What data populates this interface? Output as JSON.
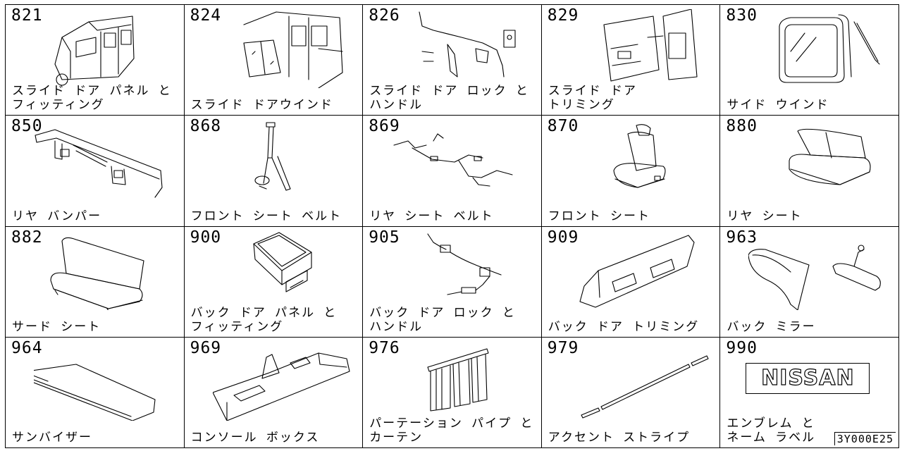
{
  "cells": [
    {
      "code": "821",
      "label": "スライド ドア パネル と\nフィッティング",
      "icon": "sliding-door-panel-icon"
    },
    {
      "code": "824",
      "label": "スライド ドアウインド",
      "icon": "sliding-door-window-icon"
    },
    {
      "code": "826",
      "label": "スライド ドア ロック と\nハンドル",
      "icon": "sliding-door-lock-icon"
    },
    {
      "code": "829",
      "label": "スライド ドア\nトリミング",
      "icon": "sliding-door-trim-icon"
    },
    {
      "code": "830",
      "label": "サイド ウインド",
      "icon": "side-window-icon"
    },
    {
      "code": "850",
      "label": "リヤ バンパー",
      "icon": "rear-bumper-icon"
    },
    {
      "code": "868",
      "label": "フロント シート ベルト",
      "icon": "front-seat-belt-icon"
    },
    {
      "code": "869",
      "label": "リヤ シート ベルト",
      "icon": "rear-seat-belt-icon"
    },
    {
      "code": "870",
      "label": "フロント シート",
      "icon": "front-seat-icon"
    },
    {
      "code": "880",
      "label": "リヤ シート",
      "icon": "rear-seat-icon"
    },
    {
      "code": "882",
      "label": "サード シート",
      "icon": "third-seat-icon"
    },
    {
      "code": "900",
      "label": "バック ドア パネル と\nフィッティング",
      "icon": "back-door-panel-icon"
    },
    {
      "code": "905",
      "label": "バック ドア ロック と\nハンドル",
      "icon": "back-door-lock-icon"
    },
    {
      "code": "909",
      "label": "バック ドア トリミング",
      "icon": "back-door-trim-icon"
    },
    {
      "code": "963",
      "label": "バック ミラー",
      "icon": "mirror-icon"
    },
    {
      "code": "964",
      "label": "サンバイザー",
      "icon": "sun-visor-icon"
    },
    {
      "code": "969",
      "label": "コンソール ボックス",
      "icon": "console-box-icon"
    },
    {
      "code": "976",
      "label": "パーテーション パイプ と\nカーテン",
      "icon": "partition-curtain-icon"
    },
    {
      "code": "979",
      "label": "アクセント ストライプ",
      "icon": "accent-stripe-icon"
    },
    {
      "code": "990",
      "label": "エンブレム と\nネーム ラベル",
      "icon": "emblem-icon"
    }
  ],
  "emblem_text": "NISSAN",
  "footer_code": "3Y000E25"
}
